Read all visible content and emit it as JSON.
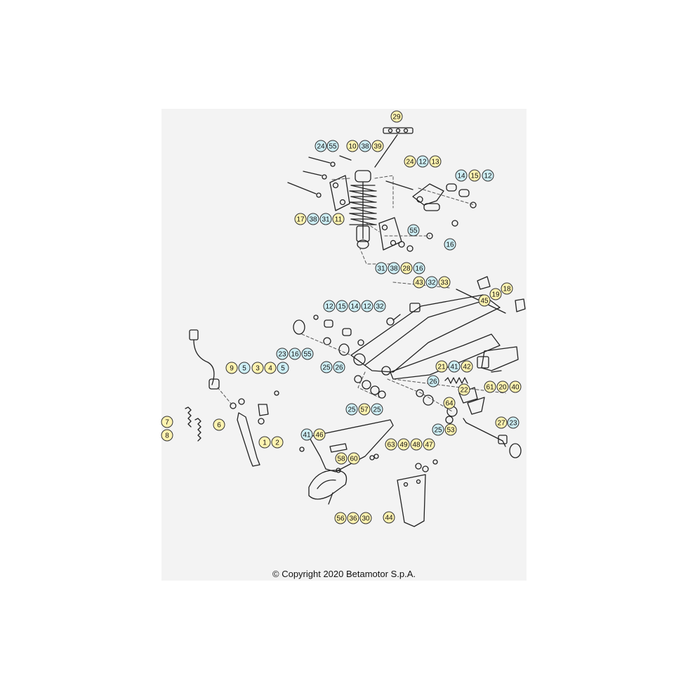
{
  "colors": {
    "background": "#ffffff",
    "sheet": "#f3f3f3",
    "line": "#222222",
    "dash": "#555555",
    "callout_yellow": "#fff3b0",
    "callout_blue": "#cdeef5",
    "callout_stroke": "#333333"
  },
  "callouts": [
    {
      "label": "29",
      "tone": "yellow"
    },
    {
      "label": "24",
      "tone": "blue"
    },
    {
      "label": "55",
      "tone": "blue"
    },
    {
      "label": "10",
      "tone": "yellow"
    },
    {
      "label": "38",
      "tone": "blue"
    },
    {
      "label": "39",
      "tone": "yellow"
    },
    {
      "label": "24",
      "tone": "yellow"
    },
    {
      "label": "12",
      "tone": "blue"
    },
    {
      "label": "13",
      "tone": "yellow"
    },
    {
      "label": "14",
      "tone": "blue"
    },
    {
      "label": "15",
      "tone": "yellow"
    },
    {
      "label": "12",
      "tone": "blue"
    },
    {
      "label": "17",
      "tone": "yellow"
    },
    {
      "label": "38",
      "tone": "blue"
    },
    {
      "label": "31",
      "tone": "blue"
    },
    {
      "label": "11",
      "tone": "yellow"
    },
    {
      "label": "55",
      "tone": "blue"
    },
    {
      "label": "16",
      "tone": "blue"
    },
    {
      "label": "31",
      "tone": "blue"
    },
    {
      "label": "38",
      "tone": "blue"
    },
    {
      "label": "28",
      "tone": "yellow"
    },
    {
      "label": "16",
      "tone": "blue"
    },
    {
      "label": "43",
      "tone": "yellow"
    },
    {
      "label": "32",
      "tone": "blue"
    },
    {
      "label": "33",
      "tone": "yellow"
    },
    {
      "label": "18",
      "tone": "yellow"
    },
    {
      "label": "19",
      "tone": "yellow"
    },
    {
      "label": "45",
      "tone": "yellow"
    },
    {
      "label": "12",
      "tone": "blue"
    },
    {
      "label": "15",
      "tone": "blue"
    },
    {
      "label": "14",
      "tone": "blue"
    },
    {
      "label": "12",
      "tone": "blue"
    },
    {
      "label": "32",
      "tone": "blue"
    },
    {
      "label": "23",
      "tone": "blue"
    },
    {
      "label": "16",
      "tone": "blue"
    },
    {
      "label": "55",
      "tone": "blue"
    },
    {
      "label": "25",
      "tone": "blue"
    },
    {
      "label": "26",
      "tone": "blue"
    },
    {
      "label": "9",
      "tone": "yellow"
    },
    {
      "label": "5",
      "tone": "blue"
    },
    {
      "label": "3",
      "tone": "yellow"
    },
    {
      "label": "4",
      "tone": "yellow"
    },
    {
      "label": "5",
      "tone": "blue"
    },
    {
      "label": "21",
      "tone": "yellow"
    },
    {
      "label": "41",
      "tone": "blue"
    },
    {
      "label": "42",
      "tone": "yellow"
    },
    {
      "label": "22",
      "tone": "yellow"
    },
    {
      "label": "61",
      "tone": "yellow"
    },
    {
      "label": "20",
      "tone": "yellow"
    },
    {
      "label": "40",
      "tone": "yellow"
    },
    {
      "label": "26",
      "tone": "blue"
    },
    {
      "label": "25",
      "tone": "blue"
    },
    {
      "label": "57",
      "tone": "yellow"
    },
    {
      "label": "25",
      "tone": "blue"
    },
    {
      "label": "64",
      "tone": "yellow"
    },
    {
      "label": "7",
      "tone": "yellow"
    },
    {
      "label": "8",
      "tone": "yellow"
    },
    {
      "label": "6",
      "tone": "yellow"
    },
    {
      "label": "25",
      "tone": "blue"
    },
    {
      "label": "53",
      "tone": "yellow"
    },
    {
      "label": "27",
      "tone": "yellow"
    },
    {
      "label": "23",
      "tone": "blue"
    },
    {
      "label": "1",
      "tone": "yellow"
    },
    {
      "label": "2",
      "tone": "yellow"
    },
    {
      "label": "41",
      "tone": "blue"
    },
    {
      "label": "46",
      "tone": "yellow"
    },
    {
      "label": "63",
      "tone": "yellow"
    },
    {
      "label": "49",
      "tone": "yellow"
    },
    {
      "label": "48",
      "tone": "yellow"
    },
    {
      "label": "47",
      "tone": "yellow"
    },
    {
      "label": "58",
      "tone": "yellow"
    },
    {
      "label": "60",
      "tone": "yellow"
    },
    {
      "label": "56",
      "tone": "yellow"
    },
    {
      "label": "36",
      "tone": "yellow"
    },
    {
      "label": "30",
      "tone": "yellow"
    },
    {
      "label": "44",
      "tone": "yellow"
    }
  ],
  "copyright": "© Copyright 2020 Betamotor S.p.A."
}
